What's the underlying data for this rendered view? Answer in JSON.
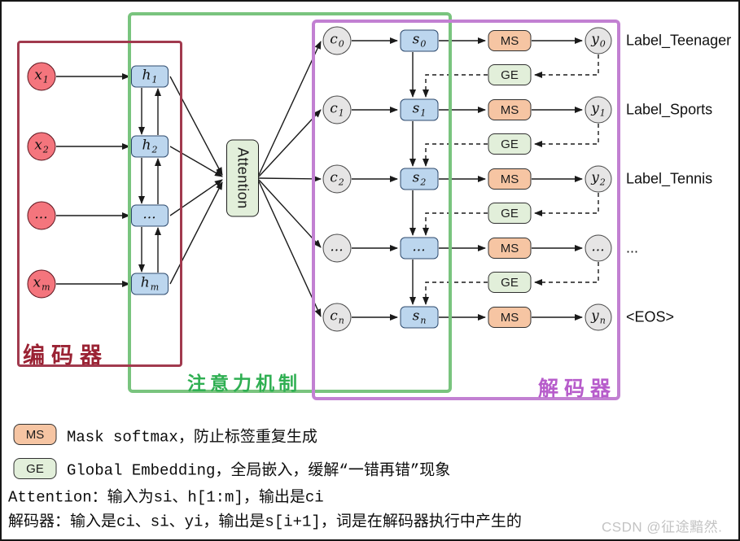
{
  "regions": {
    "encoder": {
      "label": "编码器"
    },
    "attention": {
      "label": "注意力机制",
      "box": "Attention"
    },
    "decoder": {
      "label": "解码器"
    }
  },
  "encoder": {
    "inputs": [
      {
        "base": "x",
        "sub": "1"
      },
      {
        "base": "x",
        "sub": "2"
      },
      {
        "base": "...",
        "sub": ""
      },
      {
        "base": "x",
        "sub": "m"
      }
    ],
    "hidden": [
      {
        "base": "h",
        "sub": "1"
      },
      {
        "base": "h",
        "sub": "2"
      },
      {
        "base": "...",
        "sub": ""
      },
      {
        "base": "h",
        "sub": "m"
      }
    ]
  },
  "decoder": {
    "context": [
      {
        "base": "c",
        "sub": "0"
      },
      {
        "base": "c",
        "sub": "1"
      },
      {
        "base": "c",
        "sub": "2"
      },
      {
        "base": "...",
        "sub": ""
      },
      {
        "base": "c",
        "sub": "n"
      }
    ],
    "states": [
      {
        "base": "s",
        "sub": "0"
      },
      {
        "base": "s",
        "sub": "1"
      },
      {
        "base": "s",
        "sub": "2"
      },
      {
        "base": "...",
        "sub": ""
      },
      {
        "base": "s",
        "sub": "n"
      }
    ],
    "outputs": [
      {
        "base": "y",
        "sub": "0"
      },
      {
        "base": "y",
        "sub": "1"
      },
      {
        "base": "y",
        "sub": "2"
      },
      {
        "base": "...",
        "sub": ""
      },
      {
        "base": "y",
        "sub": "n"
      }
    ],
    "ms_label": "MS",
    "ge_label": "GE",
    "output_labels": [
      "Label_Teenager",
      "Label_Sports",
      "Label_Tennis",
      "...",
      "<EOS>"
    ]
  },
  "legend": {
    "ms_chip": "MS",
    "ms_text": "Mask softmax，防止标签重复生成",
    "ge_chip": "GE",
    "ge_text": "Global Embedding，全局嵌入，缓解“一错再错”现象",
    "attention_note": "Attention：输入为si、h[1:m]，输出是ci",
    "decoder_note": "解码器：输入是ci、si、yi，输出是s[i+1]，词是在解码器执行中产生的"
  },
  "watermark": "CSDN @征途黯然.",
  "colors": {
    "encoder_border": "#a13a4e",
    "attention_border": "#79c47e",
    "decoder_border": "#c280d2",
    "input_fill": "#f4757d",
    "state_fill": "#bcd6ee",
    "context_fill": "#e6e5e5",
    "ms_fill": "#f6c5a3",
    "ge_fill": "#e2efda"
  }
}
